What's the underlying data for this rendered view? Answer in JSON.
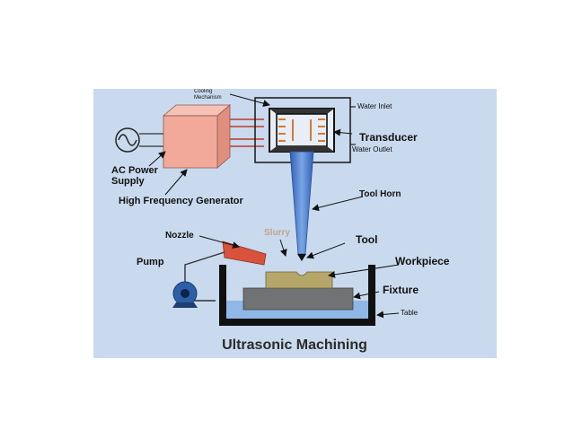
{
  "labels": {
    "cooling_line1": "Cooling",
    "cooling_line2": "Mechanism",
    "water_inlet": "Water Inlet",
    "transducer": "Transducer",
    "water_outlet": "Water Outlet",
    "ac_line1": "AC Power",
    "ac_line2": "Supply",
    "generator": "High Frequency Generator",
    "tool_horn": "Tool Horn",
    "nozzle": "Nozzle",
    "slurry": "Slurry",
    "tool": "Tool",
    "pump": "Pump",
    "workpiece": "Workpiece",
    "fixture": "Fixture",
    "table": "Table"
  },
  "title": "Ultrasonic Machining",
  "colors": {
    "panel_bg": "#c9daee",
    "generator": "#f2a99a",
    "horn": "#4a7bd0",
    "workpiece": "#b7a66a",
    "fixture": "#707274",
    "nozzle": "#d9533c",
    "pump": "#2d5fa8",
    "coil": "#d9782f"
  }
}
